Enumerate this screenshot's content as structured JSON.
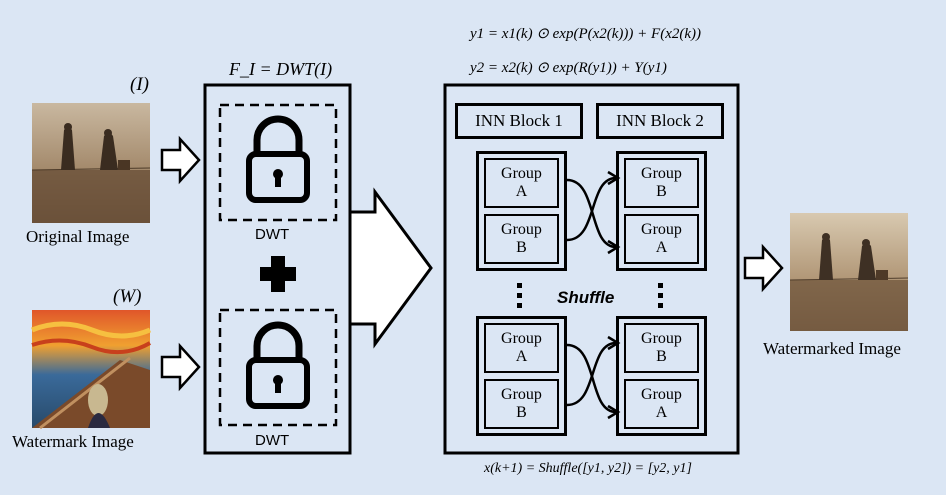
{
  "inputs": {
    "original": {
      "symbol": "(I)",
      "caption": "Original Image"
    },
    "watermark": {
      "symbol": "(W)",
      "caption": "Watermark Image"
    }
  },
  "dwt": {
    "formula": "F_I = DWT(I)",
    "top_label": "DWT",
    "bottom_label": "DWT",
    "icon": "lock-icon",
    "combine_icon": "plus-icon"
  },
  "equations": {
    "y1": "y1 = x1(k) ⊙ exp(P(x2(k))) + F(x2(k))",
    "y2": "y2 = x2(k) ⊙ exp(R(y1)) + Y(y1)",
    "shuffle": "x(k+1) = Shuffle([y1, y2]) = [y2, y1]"
  },
  "inn": {
    "block1": "INN Block 1",
    "block2": "INN Block 2",
    "shuffle_label": "Shuffle",
    "groups": {
      "left_top": "Group A",
      "left_bottom": "Group B",
      "right_top": "Group B",
      "right_bottom": "Group A"
    }
  },
  "output": {
    "caption": "Watermarked Image"
  },
  "colors": {
    "background": "#dbe6f4",
    "stroke": "#000000"
  }
}
